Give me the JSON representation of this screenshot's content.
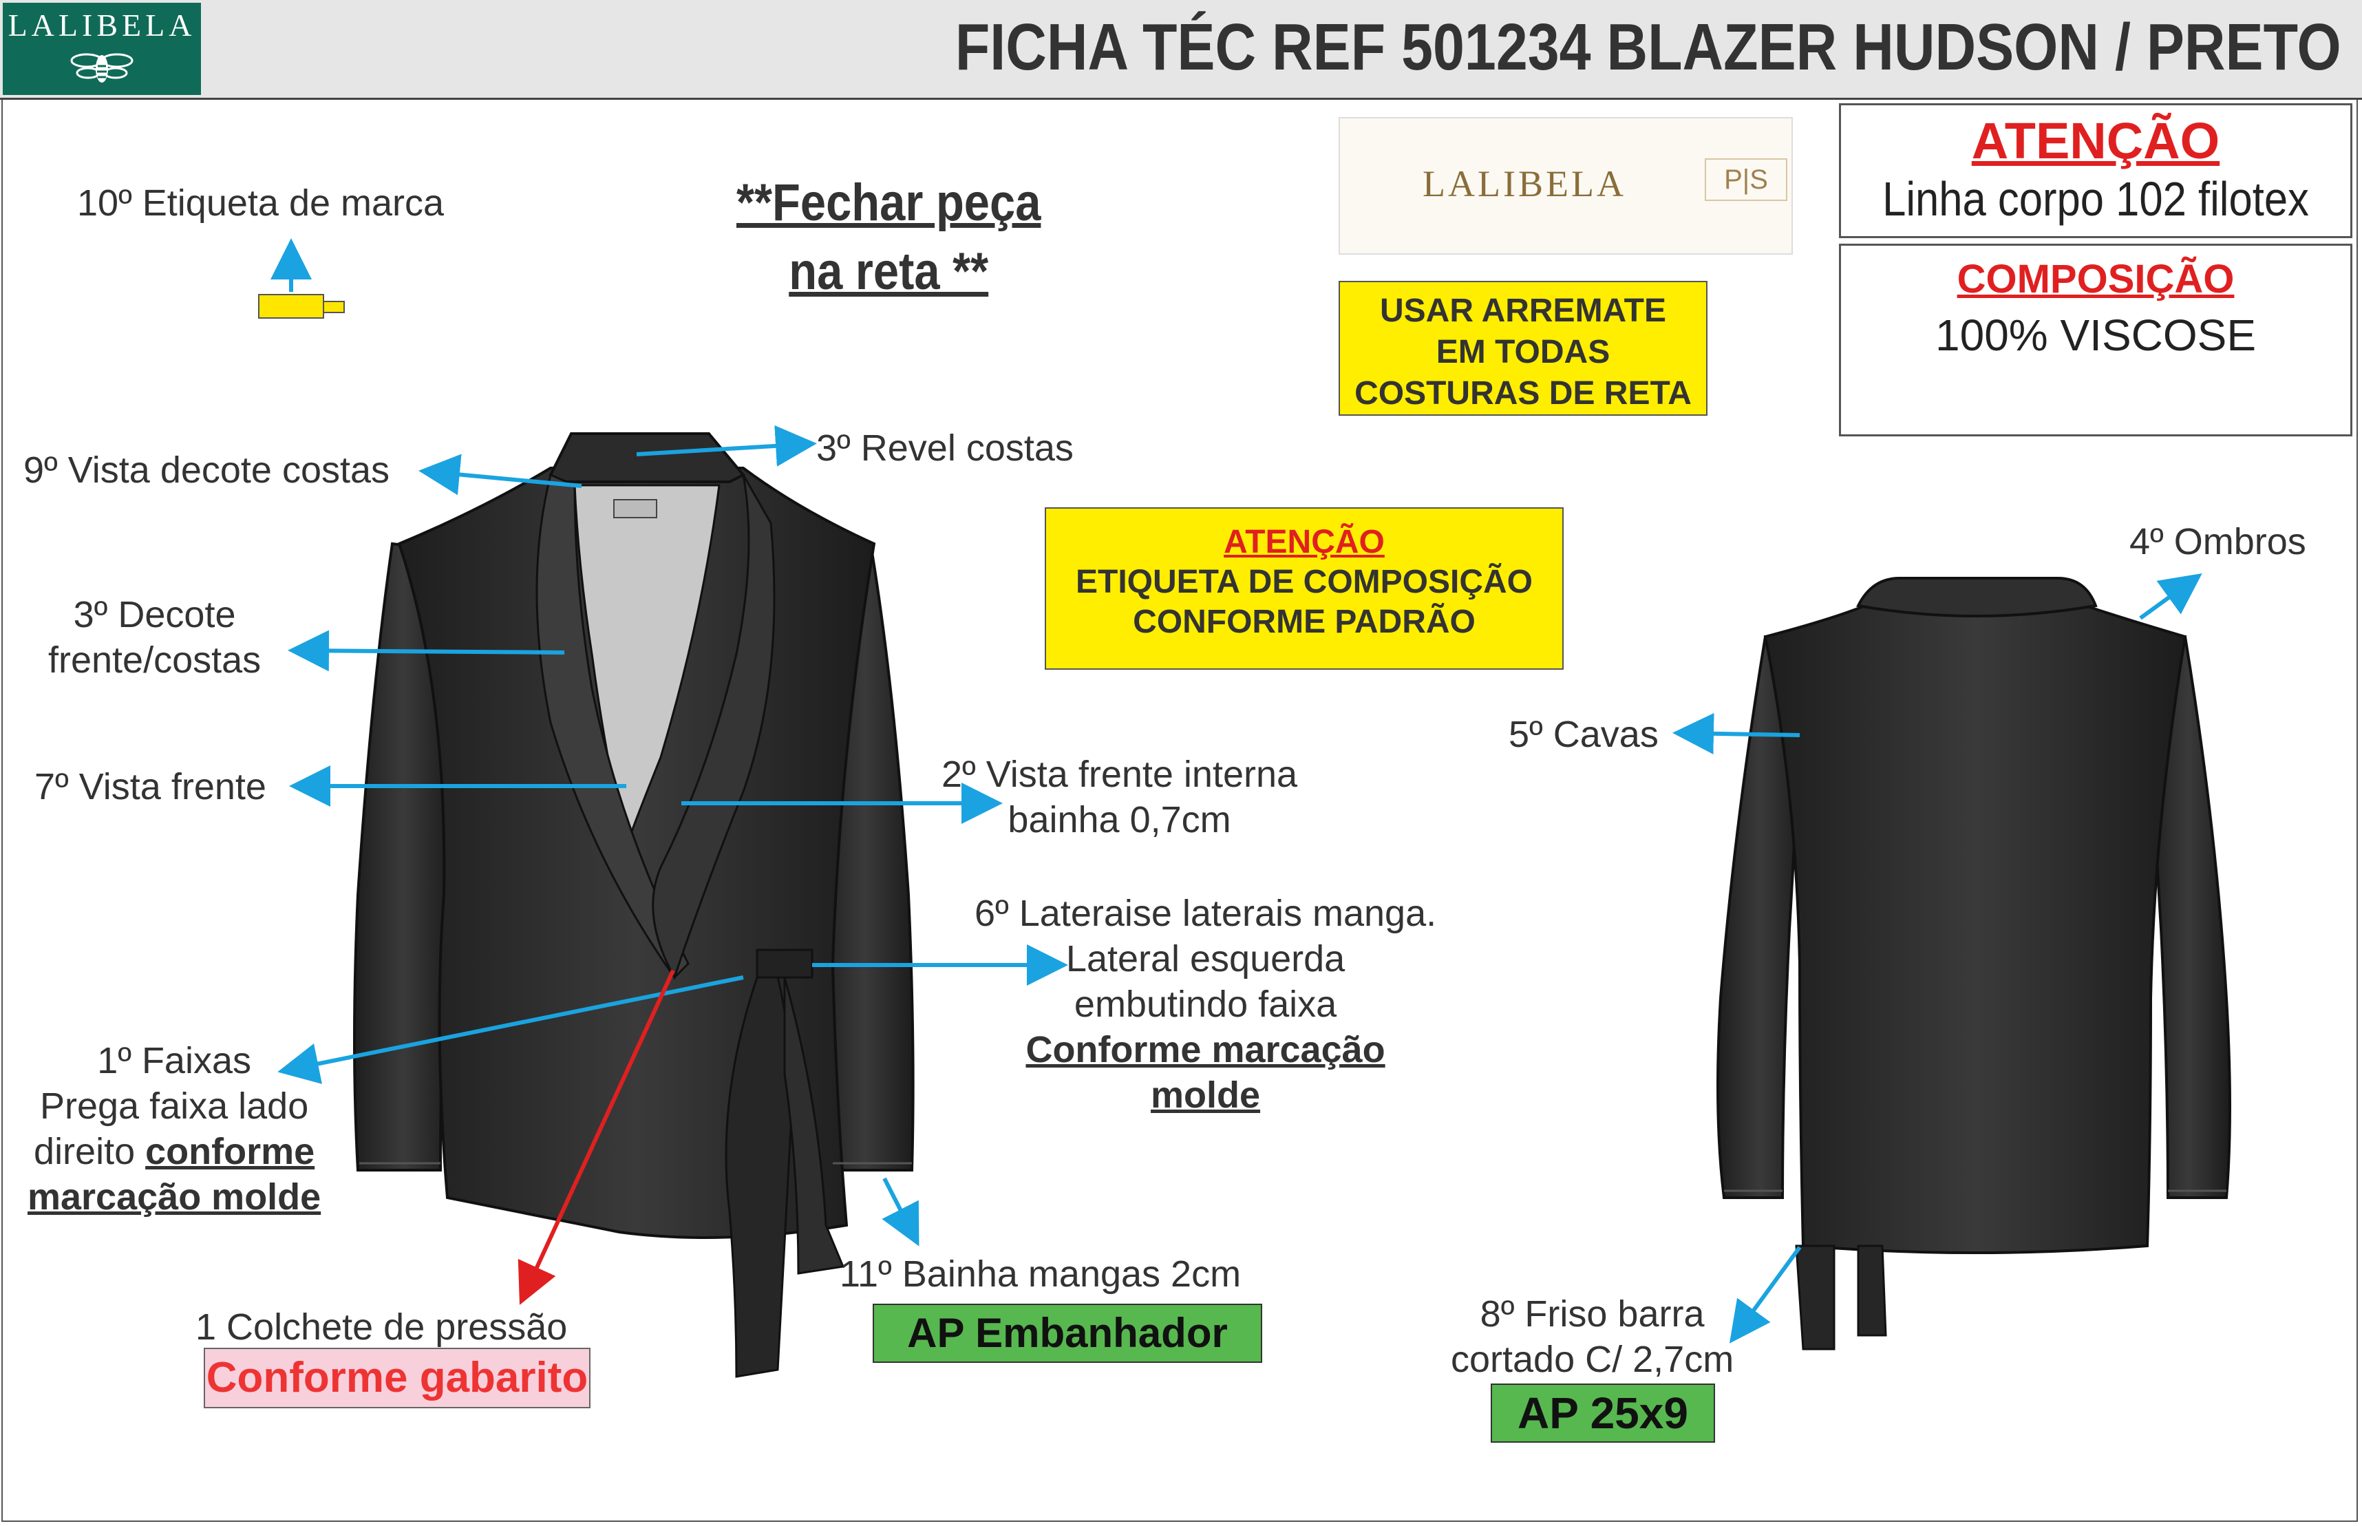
{
  "header": {
    "logo_text": "LALIBELA",
    "title": "FICHA TÉC REF 501234 BLAZER HUDSON / PRETO"
  },
  "label_tag": {
    "brand": "LALIBELA",
    "size": "P|S"
  },
  "notes": {
    "close_piece_line1": "**Fechar peça",
    "close_piece_line2": "na reta **",
    "arremate_line1": "USAR ARREMATE",
    "arremate_line2": "EM TODAS",
    "arremate_line3": "COSTURAS DE RETA",
    "etiqueta_title": "ATENÇÃO",
    "etiqueta_line1": "ETIQUETA DE COMPOSIÇÃO",
    "etiqueta_line2": "CONFORME PADRÃO"
  },
  "attention_box": {
    "title": "ATENÇÃO",
    "text": "Linha corpo 102 filotex"
  },
  "composition_box": {
    "title": "COMPOSIÇÃO",
    "text": "100% VISCOSE"
  },
  "callouts": {
    "c10": "10º Etiqueta de marca",
    "c9": "9º Vista decote costas",
    "c3a": "3º Revel costas",
    "c3b_line1": "3º Decote",
    "c3b_line2": "frente/costas",
    "c7": "7º Vista frente",
    "c2_line1": "2º Vista frente interna",
    "c2_line2": "bainha 0,7cm",
    "c6_line1": "6º Lateraise laterais manga.",
    "c6_line2": "Lateral esquerda",
    "c6_line3": "embutindo faixa",
    "c6_line4": "Conforme marcação",
    "c6_line5": "molde",
    "c1_line1": "1º Faixas",
    "c1_line2": "Prega faixa lado",
    "c1_line3a": "direito ",
    "c1_line3b": "conforme",
    "c1_line4": "marcação molde",
    "colchete": "1 Colchete de pressão",
    "colchete_box": "Conforme gabarito",
    "c11": "11º Bainha mangas 2cm",
    "c11_box": "AP Embanhador",
    "c4": "4º Ombros",
    "c5": "5º Cavas",
    "c8_line1": "8º Friso barra",
    "c8_line2": "cortado C/ 2,7cm",
    "c8_box": "AP 25x9"
  },
  "colors": {
    "logo_bg": "#0f6b57",
    "yellow": "#ffee00",
    "green": "#57b84f",
    "pink": "#f8d0dc",
    "arrow": "#1aa3e0",
    "red": "#e02020",
    "garment": "#2a2a2a"
  }
}
